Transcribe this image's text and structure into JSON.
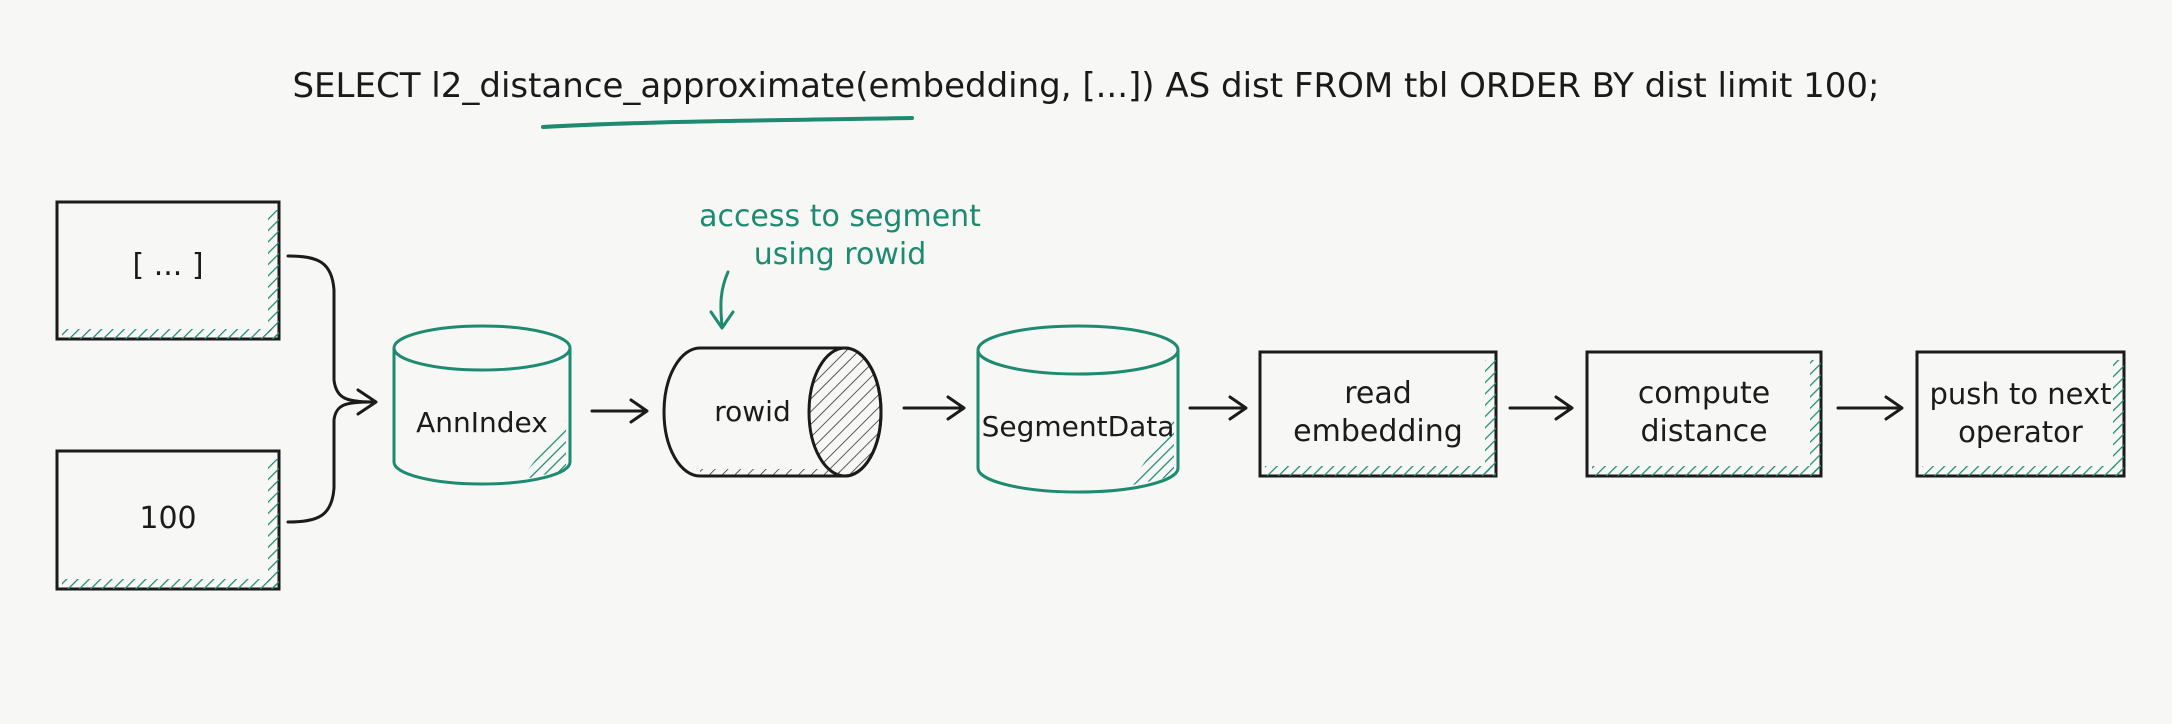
{
  "query": {
    "prefix": "SELECT ",
    "function_name": "l2_distance_approximate",
    "suffix": "(embedding, [...]) AS dist FROM tbl  ORDER BY dist limit 100;"
  },
  "annotation": {
    "line1": "access to segment",
    "line2": "using rowid"
  },
  "nodes": {
    "vector_input": "[ ... ]",
    "limit_input": "100",
    "ann_index": "AnnIndex",
    "rowid": "rowid",
    "segment_data": "SegmentData",
    "read_embedding": {
      "line1": "read",
      "line2": "embedding"
    },
    "compute_distance": {
      "line1": "compute",
      "line2": "distance"
    },
    "push_next": {
      "line1": "push to next",
      "line2": "operator"
    }
  },
  "colors": {
    "accent": "#1e8a70",
    "ink": "#1b1b1b",
    "background": "#f7f7f5"
  }
}
